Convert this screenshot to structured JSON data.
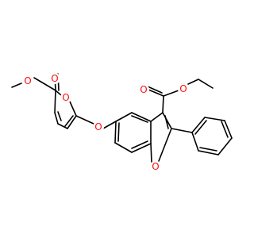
{
  "molecule": {
    "atom_labels": [
      {
        "id": "o-methoxy",
        "text": "O"
      },
      {
        "id": "o-ester1-carbonyl",
        "text": "O"
      },
      {
        "id": "o-furan",
        "text": "O"
      },
      {
        "id": "o-ether",
        "text": "O"
      },
      {
        "id": "o-ester2-carbonyl",
        "text": "O"
      },
      {
        "id": "o-ester2-alkoxy",
        "text": "O"
      },
      {
        "id": "o-benzofuran",
        "text": "O"
      }
    ]
  },
  "colors": {
    "oxygen": "#ff0d0d",
    "bond": "#000000",
    "background": "#ffffff"
  }
}
